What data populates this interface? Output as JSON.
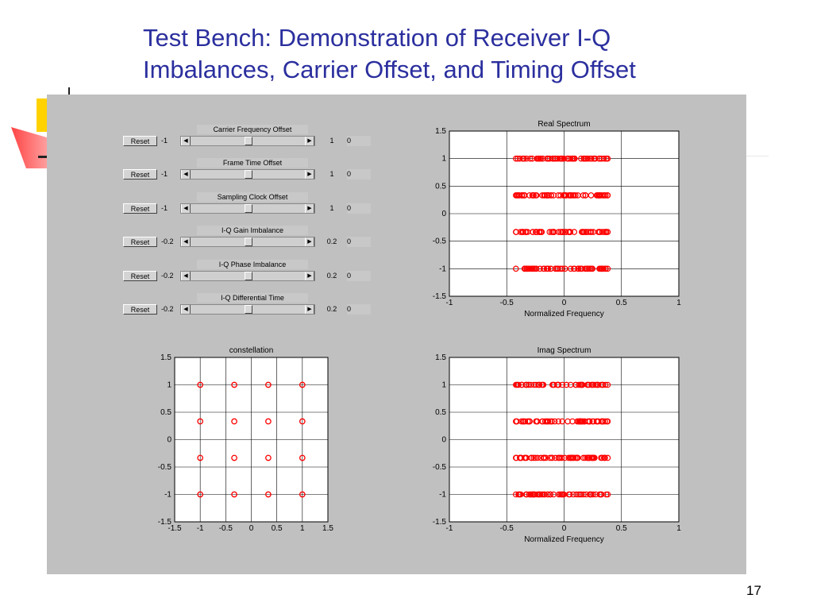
{
  "slide": {
    "title_line1": "Test Bench: Demonstration of Receiver I-Q",
    "title_line2": "Imbalances, Carrier Offset, and Timing Offset",
    "page_number": "17"
  },
  "controls": [
    {
      "title": "Carrier Frequency Offset",
      "reset_label": "Reset",
      "min": "-1",
      "max": "1",
      "value": "0"
    },
    {
      "title": "Frame Time Offset",
      "reset_label": "Reset",
      "min": "-1",
      "max": "1",
      "value": "0"
    },
    {
      "title": "Sampling Clock Offset",
      "reset_label": "Reset",
      "min": "-1",
      "max": "1",
      "value": "0"
    },
    {
      "title": "I-Q Gain Imbalance",
      "reset_label": "Reset",
      "min": "-0.2",
      "max": "0.2",
      "value": "0"
    },
    {
      "title": "I-Q Phase Imbalance",
      "reset_label": "Reset",
      "min": "-0.2",
      "max": "0.2",
      "value": "0"
    },
    {
      "title": "I-Q Differential Time",
      "reset_label": "Reset",
      "min": "-0.2",
      "max": "0.2",
      "value": "0"
    }
  ],
  "chart_data": [
    {
      "type": "scatter",
      "title": "Real Spectrum",
      "xlabel": "Normalized Frequency",
      "ylabel": "",
      "xlim": [
        -1,
        1
      ],
      "ylim": [
        -1.5,
        1.5
      ],
      "xticks": [
        "-1",
        "-0.5",
        "0",
        "0.5",
        "1"
      ],
      "yticks": [
        "1.5",
        "1",
        "0.5",
        "0",
        "-0.5",
        "-1",
        "-1.5"
      ],
      "grid": true,
      "marker_color": "#ff0000",
      "bands": [
        {
          "y": 1,
          "x_range": [
            -0.42,
            0.38
          ]
        },
        {
          "y": 0.333,
          "x_range": [
            -0.42,
            0.38
          ]
        },
        {
          "y": -0.333,
          "x_range": [
            -0.42,
            0.38
          ]
        },
        {
          "y": -1,
          "x_range": [
            -0.42,
            0.38
          ]
        }
      ]
    },
    {
      "type": "scatter",
      "title": "constellation",
      "xlabel": "",
      "ylabel": "",
      "xlim": [
        -1.5,
        1.5
      ],
      "ylim": [
        -1.5,
        1.5
      ],
      "xticks": [
        "-1.5",
        "-1",
        "-0.5",
        "0",
        "0.5",
        "1",
        "1.5"
      ],
      "yticks": [
        "1.5",
        "1",
        "0.5",
        "0",
        "-0.5",
        "-1",
        "-1.5"
      ],
      "grid": true,
      "marker_color": "#ff0000",
      "points": [
        [
          -1,
          1
        ],
        [
          -0.333,
          1
        ],
        [
          0.333,
          1
        ],
        [
          1,
          1
        ],
        [
          -1,
          0.333
        ],
        [
          -0.333,
          0.333
        ],
        [
          0.333,
          0.333
        ],
        [
          1,
          0.333
        ],
        [
          -1,
          -0.333
        ],
        [
          -0.333,
          -0.333
        ],
        [
          0.333,
          -0.333
        ],
        [
          1,
          -0.333
        ],
        [
          -1,
          -1
        ],
        [
          -0.333,
          -1
        ],
        [
          0.333,
          -1
        ],
        [
          1,
          -1
        ]
      ]
    },
    {
      "type": "scatter",
      "title": "Imag Spectrum",
      "xlabel": "Normalized Frequency",
      "ylabel": "",
      "xlim": [
        -1,
        1
      ],
      "ylim": [
        -1.5,
        1.5
      ],
      "xticks": [
        "-1",
        "-0.5",
        "0",
        "0.5",
        "1"
      ],
      "yticks": [
        "1.5",
        "1",
        "0.5",
        "0",
        "-0.5",
        "-1",
        "-1.5"
      ],
      "grid": true,
      "marker_color": "#ff0000",
      "bands": [
        {
          "y": 1,
          "x_range": [
            -0.42,
            0.38
          ]
        },
        {
          "y": 0.333,
          "x_range": [
            -0.42,
            0.38
          ]
        },
        {
          "y": -0.333,
          "x_range": [
            -0.42,
            0.38
          ]
        },
        {
          "y": -1,
          "x_range": [
            -0.42,
            0.38
          ]
        }
      ]
    }
  ]
}
